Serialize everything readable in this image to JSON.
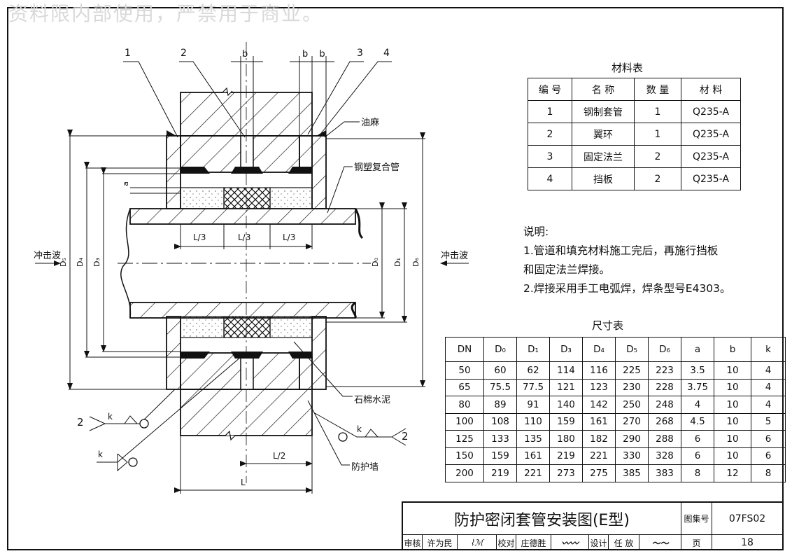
{
  "watermark": "资料限内部使用，严禁用于商业。",
  "callouts": {
    "n1": "1",
    "n2": "2",
    "n3": "3",
    "n4": "4",
    "b": "b",
    "b2": "b b"
  },
  "labels": {
    "oil_hemp": "油麻",
    "pipe": "钢塑复合管",
    "shock_left": "冲击波",
    "shock_right": "冲击波",
    "asbestos_cement": "石棉水泥",
    "wall": "防护墙",
    "a": "a",
    "l3a": "L/3",
    "l3b": "L/3",
    "l3c": "L/3",
    "l2": "L/2",
    "L": "L",
    "D0": "D₀",
    "D1": "D₁",
    "D3": "D₃",
    "D4": "D₄",
    "D5": "D₅",
    "D6": "D₆",
    "weld_k1": "k",
    "weld_k2": "k",
    "weld_k3": "k",
    "weld_2a": "2",
    "weld_2b": "2"
  },
  "materials": {
    "title": "材料表",
    "headers": [
      "编 号",
      "名 称",
      "数 量",
      "材 料"
    ],
    "rows": [
      [
        "1",
        "钢制套管",
        "1",
        "Q235-A"
      ],
      [
        "2",
        "翼环",
        "1",
        "Q235-A"
      ],
      [
        "3",
        "固定法兰",
        "2",
        "Q235-A"
      ],
      [
        "4",
        "挡板",
        "2",
        "Q235-A"
      ]
    ]
  },
  "notes": {
    "title": "说明:",
    "lines": [
      "1.管道和填充材料施工完后，再施行挡板",
      "和固定法兰焊接。",
      "2.焊接采用手工电弧焊，焊条型号E4303。"
    ]
  },
  "dimensions": {
    "title": "尺寸表",
    "headers": [
      "DN",
      "D₀",
      "D₁",
      "D₃",
      "D₄",
      "D₅",
      "D₆",
      "a",
      "b",
      "k"
    ],
    "rows": [
      [
        "50",
        "60",
        "62",
        "114",
        "116",
        "225",
        "223",
        "3.5",
        "10",
        "4"
      ],
      [
        "65",
        "75.5",
        "77.5",
        "121",
        "123",
        "230",
        "228",
        "3.75",
        "10",
        "4"
      ],
      [
        "80",
        "89",
        "91",
        "140",
        "142",
        "250",
        "248",
        "4",
        "10",
        "4"
      ],
      [
        "100",
        "108",
        "110",
        "159",
        "161",
        "270",
        "268",
        "4.5",
        "10",
        "5"
      ],
      [
        "125",
        "133",
        "135",
        "180",
        "182",
        "290",
        "288",
        "6",
        "10",
        "6"
      ],
      [
        "150",
        "159",
        "161",
        "219",
        "221",
        "330",
        "328",
        "6",
        "10",
        "6"
      ],
      [
        "200",
        "219",
        "221",
        "273",
        "275",
        "385",
        "383",
        "8",
        "12",
        "8"
      ]
    ]
  },
  "title_block": {
    "title": "防护密闭套管安装图(E型)",
    "atlas_label": "图集号",
    "atlas_no": "07FS02",
    "page_label": "页",
    "page_no": "18",
    "review_label": "审核",
    "reviewer": "许为民",
    "check_label": "校对",
    "checker": "庄德胜",
    "design_label": "设计",
    "designer": "任 放"
  }
}
